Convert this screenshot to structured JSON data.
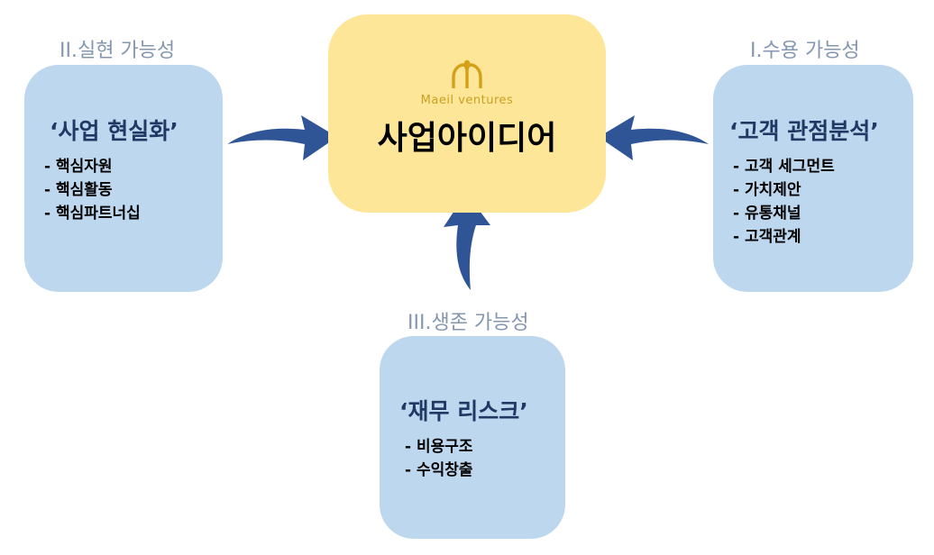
{
  "center": {
    "brand": "Maeil ventures",
    "title": "사업아이디어"
  },
  "left": {
    "label": "II.실현 가능성",
    "title": "‘사업 현실화’",
    "items": [
      "- 핵심자원",
      "- 핵심활동",
      "- 핵심파트너십"
    ]
  },
  "right": {
    "label": "I.수용 가능성",
    "title": "‘고객 관점분석’",
    "items": [
      "- 고객 세그먼트",
      "- 가치제안",
      "- 유통채널",
      "- 고객관계"
    ]
  },
  "bottom": {
    "label": "III.생존 가능성",
    "title": "‘재무 리스크’",
    "items": [
      "- 비용구조",
      "- 수익창출"
    ]
  },
  "colors": {
    "side_box": "#bdd7ee",
    "center_box": "#fee699",
    "arrow": "#2f5597",
    "label": "#8496b0",
    "title": "#1f3864"
  }
}
